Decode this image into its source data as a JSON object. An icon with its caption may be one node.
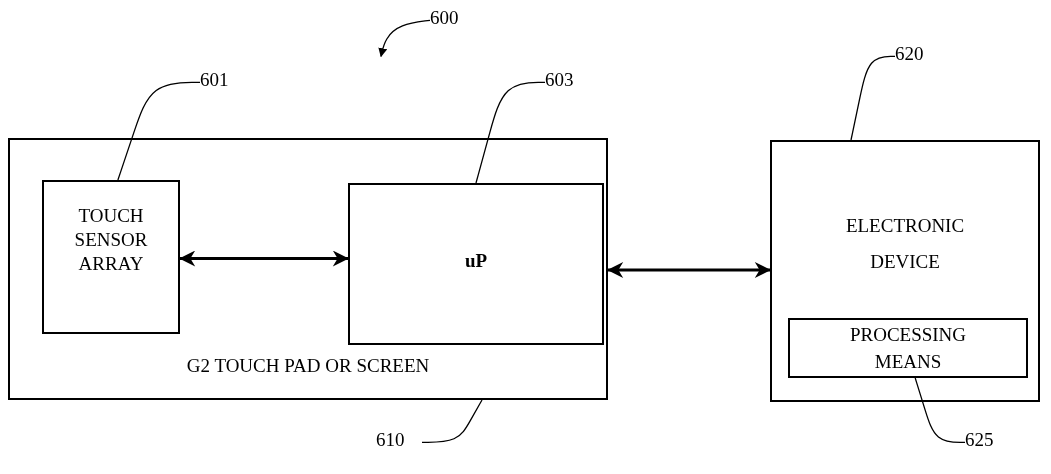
{
  "diagram": {
    "nodes": [
      {
        "text": [
          "G2 TOUCH PAD OR SCREEN"
        ]
      },
      {
        "text": [
          "TOUCH SENSOR ARRAY"
        ],
        "in": 0
      },
      {
        "text": [
          "uP"
        ],
        "in": 0
      },
      {
        "text": [
          "ELECTRONIC DEVICE"
        ]
      },
      {
        "text": [
          "PROCESSING MEANS"
        ],
        "in": 3
      },
      {
        "text": [
          "600"
        ]
      },
      {
        "text": [
          "601"
        ]
      },
      {
        "text": [
          "603"
        ]
      },
      {
        "text": [
          "620"
        ]
      },
      {
        "text": [
          "610"
        ]
      },
      {
        "text": [
          "625"
        ]
      }
    ],
    "edges": [
      {
        "from": 1,
        "to": 2,
        "arrow": "both",
        "style": "thick"
      },
      {
        "from": 0,
        "to": 3,
        "arrow": "both",
        "style": "thick"
      },
      {
        "from": 5,
        "to": null,
        "arrow": "to"
      },
      {
        "from": 6,
        "to": 1,
        "arrow": "none"
      },
      {
        "from": 7,
        "to": 2,
        "arrow": "none"
      },
      {
        "from": 8,
        "to": 3,
        "arrow": "none"
      },
      {
        "from": 9,
        "to": 0,
        "arrow": "none"
      },
      {
        "from": 10,
        "to": 4,
        "arrow": "none"
      }
    ]
  }
}
